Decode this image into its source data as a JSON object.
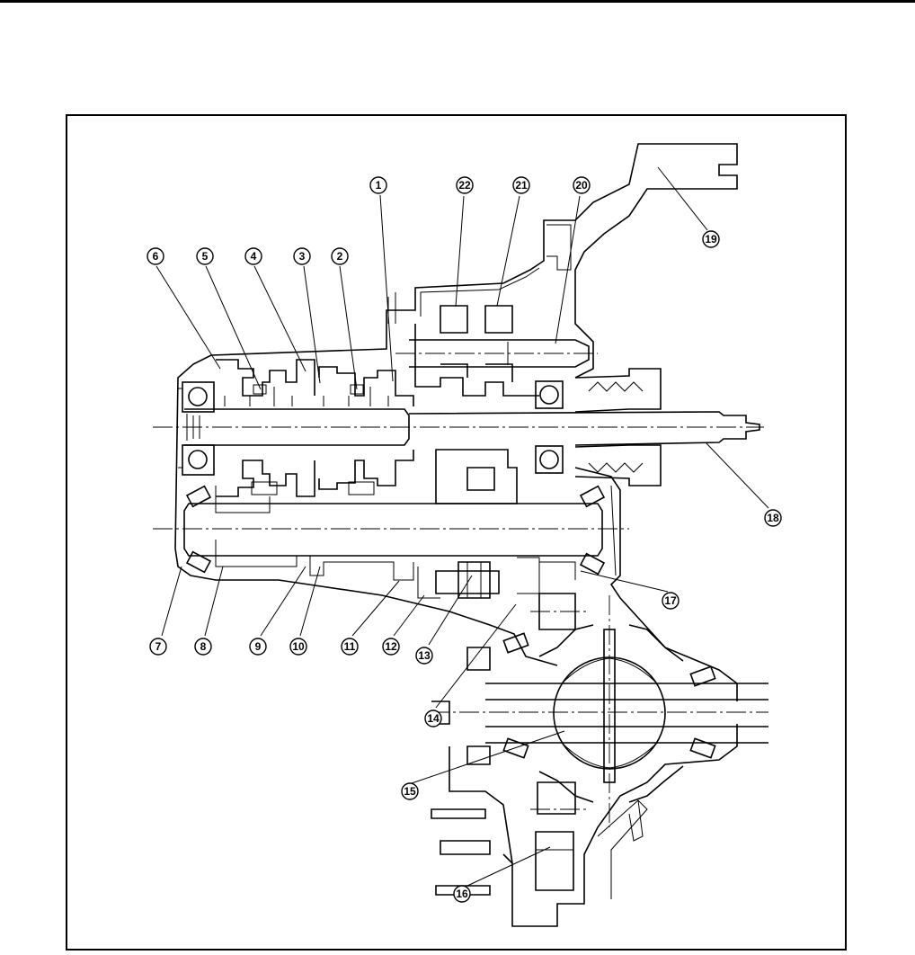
{
  "figure": {
    "callouts": [
      {
        "id": "1",
        "label": "①"
      },
      {
        "id": "2",
        "label": "②"
      },
      {
        "id": "3",
        "label": "③"
      },
      {
        "id": "4",
        "label": "④"
      },
      {
        "id": "5",
        "label": "⑤"
      },
      {
        "id": "6",
        "label": "⑥"
      },
      {
        "id": "7",
        "label": "⑦"
      },
      {
        "id": "8",
        "label": "⑧"
      },
      {
        "id": "9",
        "label": "⑨"
      },
      {
        "id": "10",
        "label": "⑩"
      },
      {
        "id": "11",
        "label": "⑪"
      },
      {
        "id": "12",
        "label": "⑫"
      },
      {
        "id": "13",
        "label": "⑬"
      },
      {
        "id": "14",
        "label": "⑭"
      },
      {
        "id": "15",
        "label": "⑮"
      },
      {
        "id": "16",
        "label": "⑯"
      },
      {
        "id": "17",
        "label": "⑰"
      },
      {
        "id": "18",
        "label": "⑱"
      },
      {
        "id": "19",
        "label": "⑲"
      },
      {
        "id": "20",
        "label": "⑳"
      },
      {
        "id": "21",
        "label": "㉑"
      },
      {
        "id": "22",
        "label": "㉒"
      }
    ]
  }
}
